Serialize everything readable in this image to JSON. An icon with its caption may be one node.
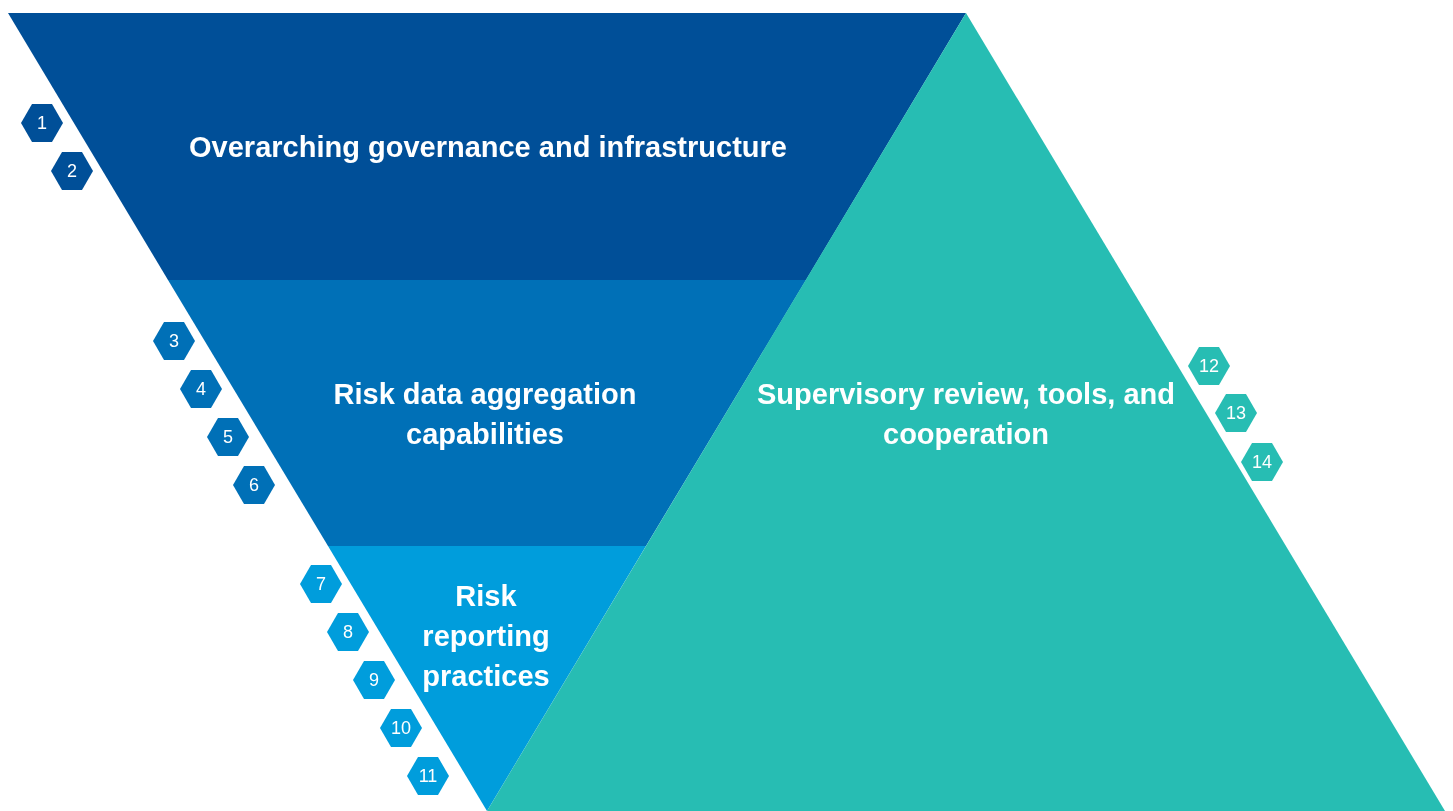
{
  "diagram": {
    "nodes": [
      {
        "text": [
          "Overarching governance and infrastructure"
        ]
      },
      {
        "text": [
          "Risk data aggregation capabilities"
        ]
      },
      {
        "text": [
          "Risk reporting practices"
        ]
      },
      {
        "text": [
          "Supervisory review, tools, and cooperation"
        ]
      },
      {
        "text": [
          "1"
        ]
      },
      {
        "text": [
          "2"
        ]
      },
      {
        "text": [
          "3"
        ]
      },
      {
        "text": [
          "4"
        ]
      },
      {
        "text": [
          "5"
        ]
      },
      {
        "text": [
          "6"
        ]
      },
      {
        "text": [
          "7"
        ]
      },
      {
        "text": [
          "8"
        ]
      },
      {
        "text": [
          "9"
        ]
      },
      {
        "text": [
          "10"
        ]
      },
      {
        "text": [
          "11"
        ]
      },
      {
        "text": [
          "12"
        ]
      },
      {
        "text": [
          "13"
        ]
      },
      {
        "text": [
          "14"
        ]
      }
    ],
    "edges": []
  }
}
